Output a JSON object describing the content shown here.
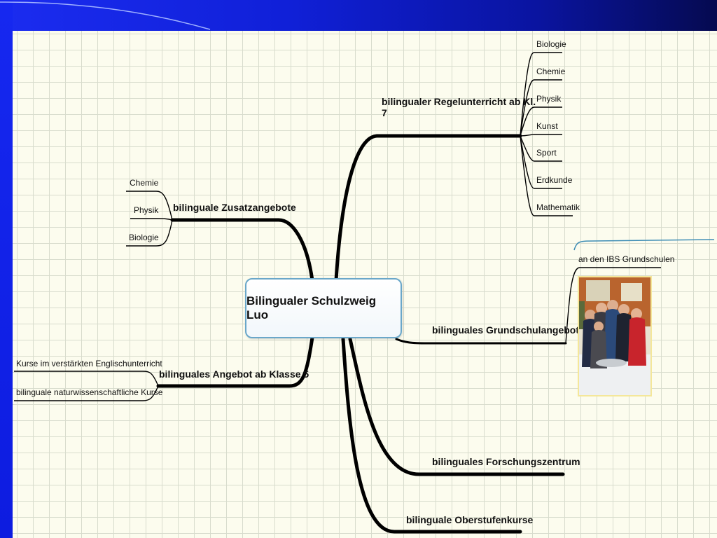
{
  "mindmap": {
    "central": "Bilingualer Schulzweig Luo",
    "regelunterricht": {
      "title_line1": "bilingualer Regelunterricht ab Kl.",
      "title_line2": "7",
      "subjects": [
        "Biologie",
        "Chemie",
        "Physik",
        "Kunst",
        "Sport",
        "Erdkunde",
        "Mathematik"
      ]
    },
    "zusatzangebote": {
      "title": "bilinguale Zusatzangebote",
      "items": [
        "Chemie",
        "Physik",
        "Biologie"
      ]
    },
    "klasse5": {
      "title": "bilinguales Angebot ab Klasse 5",
      "items": [
        "Kurse im verstärkten Englischunterricht",
        "bilinguale naturwissenschaftliche Kurse"
      ]
    },
    "grundschul": {
      "title": "bilinguales Grundschulangebot",
      "sub": "an den IBS Grundschulen"
    },
    "forschung": {
      "title": "bilinguales Forschungszentrum"
    },
    "oberstufe": {
      "title": "bilinguale Oberstufenkurse"
    }
  },
  "colors": {
    "frame_blue": "#0a17d8",
    "canvas_bg": "#fcfcee",
    "grid_line": "#d8dccd",
    "branch_stroke": "#000000",
    "central_border": "#6aa7c9"
  },
  "icons": {
    "photo": "school-children-photo"
  }
}
